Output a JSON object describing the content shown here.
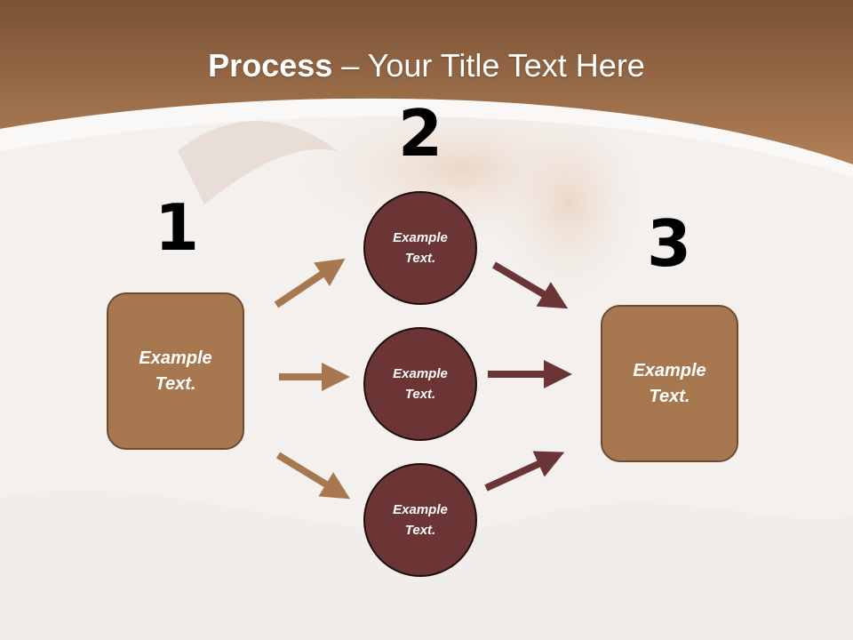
{
  "slide": {
    "title_bold": "Process",
    "title_rest": " – Your Title Text Here"
  },
  "steps": {
    "numbers": [
      "1",
      "2",
      "3"
    ],
    "left_box": "Example Text.",
    "circles": [
      "Example Text.",
      "Example Text.",
      "Example Text."
    ],
    "right_box": "Example Text."
  },
  "colors": {
    "header": "#a57650",
    "box_fill": "#a77850",
    "circle_fill": "#6b3435",
    "arrow_light": "#a77850",
    "arrow_dark": "#6b3435"
  }
}
